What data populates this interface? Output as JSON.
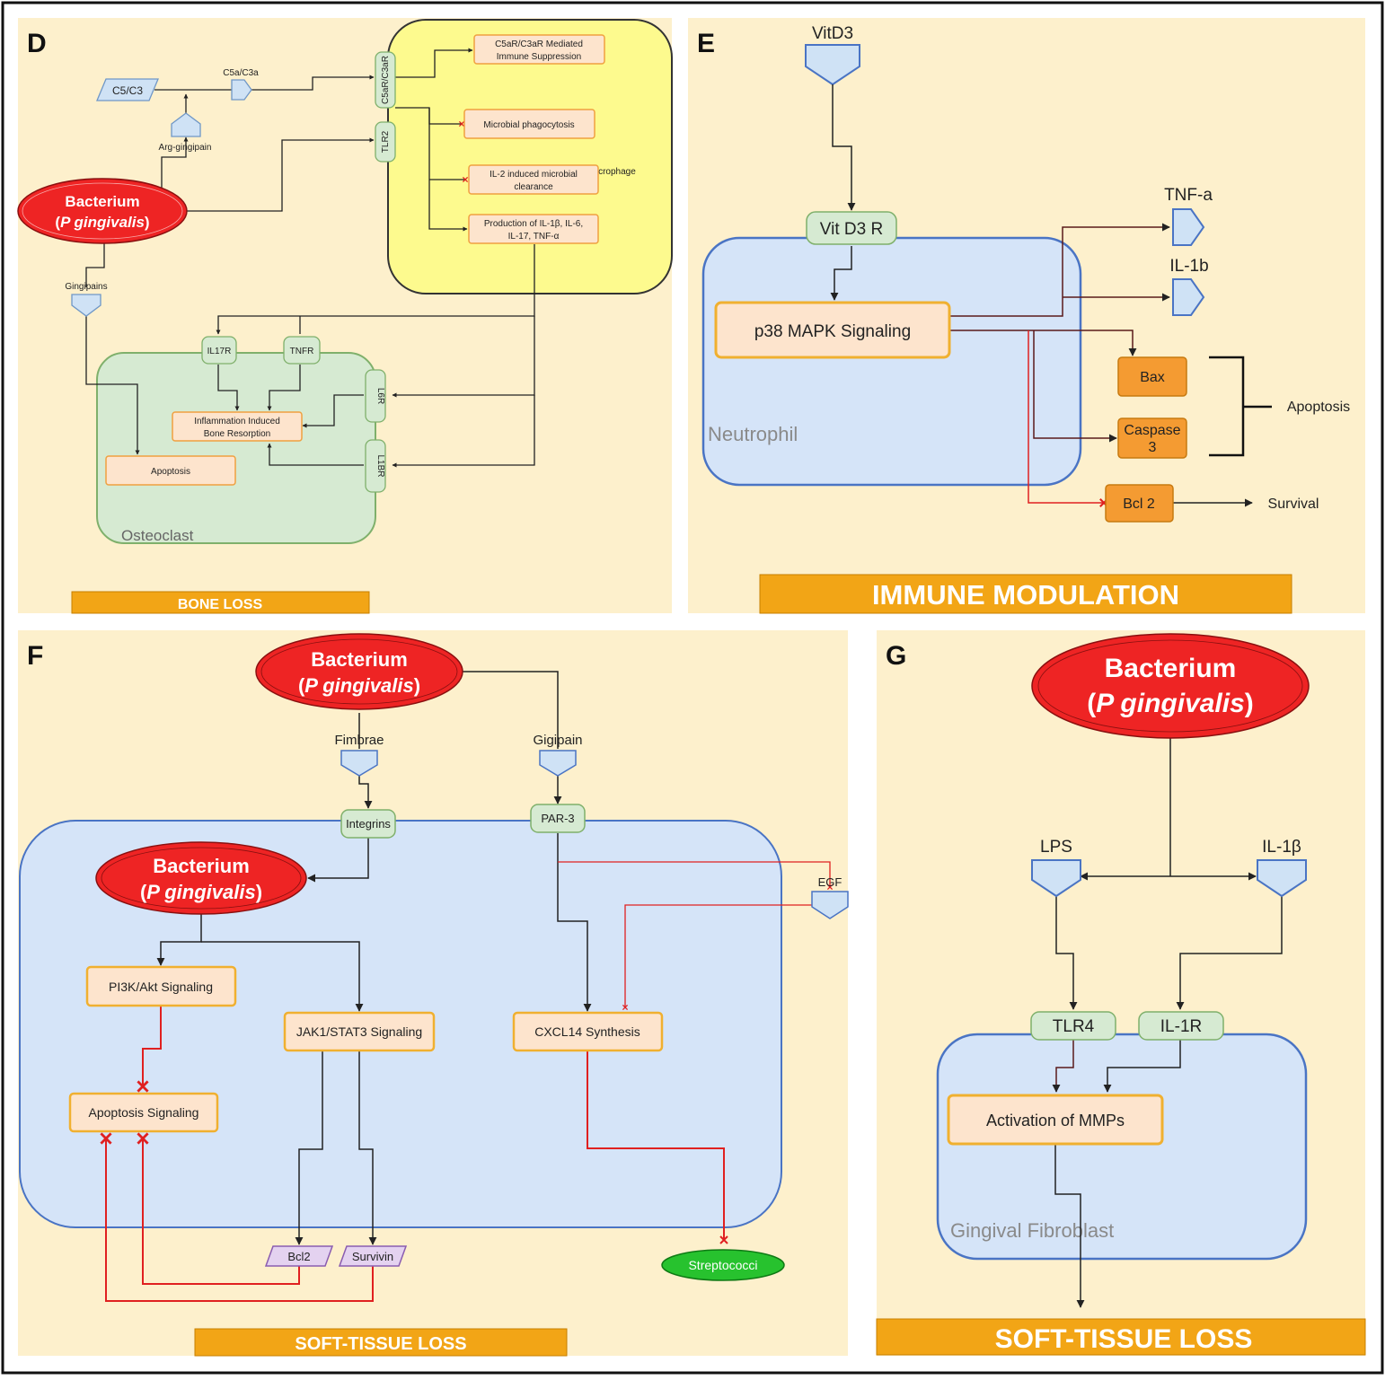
{
  "panels": {
    "d": {
      "letter": "D",
      "banner": "BONE LOSS",
      "bacterium": {
        "name": "Bacterium",
        "species": "P gingivalis"
      },
      "nodes": {
        "c5c3": "C5/C3",
        "c5ac3a": "C5a/C3a",
        "arg_gingipain": "Arg-gingipain",
        "gingipains": "Gingipains",
        "c5ar_c3ar": "C5aR/C3aR",
        "tlr2": "TLR2",
        "immune_suppression": [
          "C5aR/C3aR Mediated",
          "Immune Suppression"
        ],
        "phagocytosis": "Microbial phagocytosis",
        "il2_clearance": [
          "IL-2 induced microbial",
          "clearance"
        ],
        "cytokine_production": [
          "Production of IL-1β, IL-6,",
          "IL-17, TNF-α"
        ],
        "macrophage": "Macrophage",
        "il17r": "IL17R",
        "tnfr": "TNFR",
        "l6r": "L6R",
        "l1br": "L1BR",
        "bone_resorption": [
          "Inflammation Induced",
          "Bone Resorption"
        ],
        "apoptosis": "Apoptosis",
        "cell": "Osteoclast"
      }
    },
    "e": {
      "letter": "E",
      "banner": "IMMUNE MODULATION",
      "nodes": {
        "vitd3": "VitD3",
        "vitd3r": "Vit D3 R",
        "p38": "p38 MAPK Signaling",
        "tnfa": "TNF-a",
        "il1b": "IL-1b",
        "bax": "Bax",
        "caspase": [
          "Caspase",
          "3"
        ],
        "bcl2": "Bcl 2",
        "apoptosis": "Apoptosis",
        "survival": "Survival",
        "cell": "Neutrophil"
      }
    },
    "f": {
      "letter": "F",
      "banner": "SOFT-TISSUE LOSS",
      "bacterium": {
        "name": "Bacterium",
        "species": "P gingivalis"
      },
      "nodes": {
        "fimbriae": "Fimbrae",
        "gingipain": "Gigipain",
        "integrins": "Integrins",
        "par3": "PAR-3",
        "egf": "EGF",
        "pi3k": "PI3K/Akt Signaling",
        "jak": "JAK1/STAT3 Signaling",
        "cxcl14": "CXCL14 Synthesis",
        "apoptosis_signaling": "Apoptosis Signaling",
        "bcl2": "Bcl2",
        "survivin": "Survivin",
        "streptococci": "Streptococci"
      }
    },
    "g": {
      "letter": "G",
      "banner": "SOFT-TISSUE LOSS",
      "bacterium": {
        "name": "Bacterium",
        "species": "P gingivalis"
      },
      "nodes": {
        "lps": "LPS",
        "il1b": "IL-1β",
        "tlr4": "TLR4",
        "il1r": "IL-1R",
        "mmps": "Activation of MMPs",
        "cell": "Gingival Fibroblast"
      }
    }
  }
}
